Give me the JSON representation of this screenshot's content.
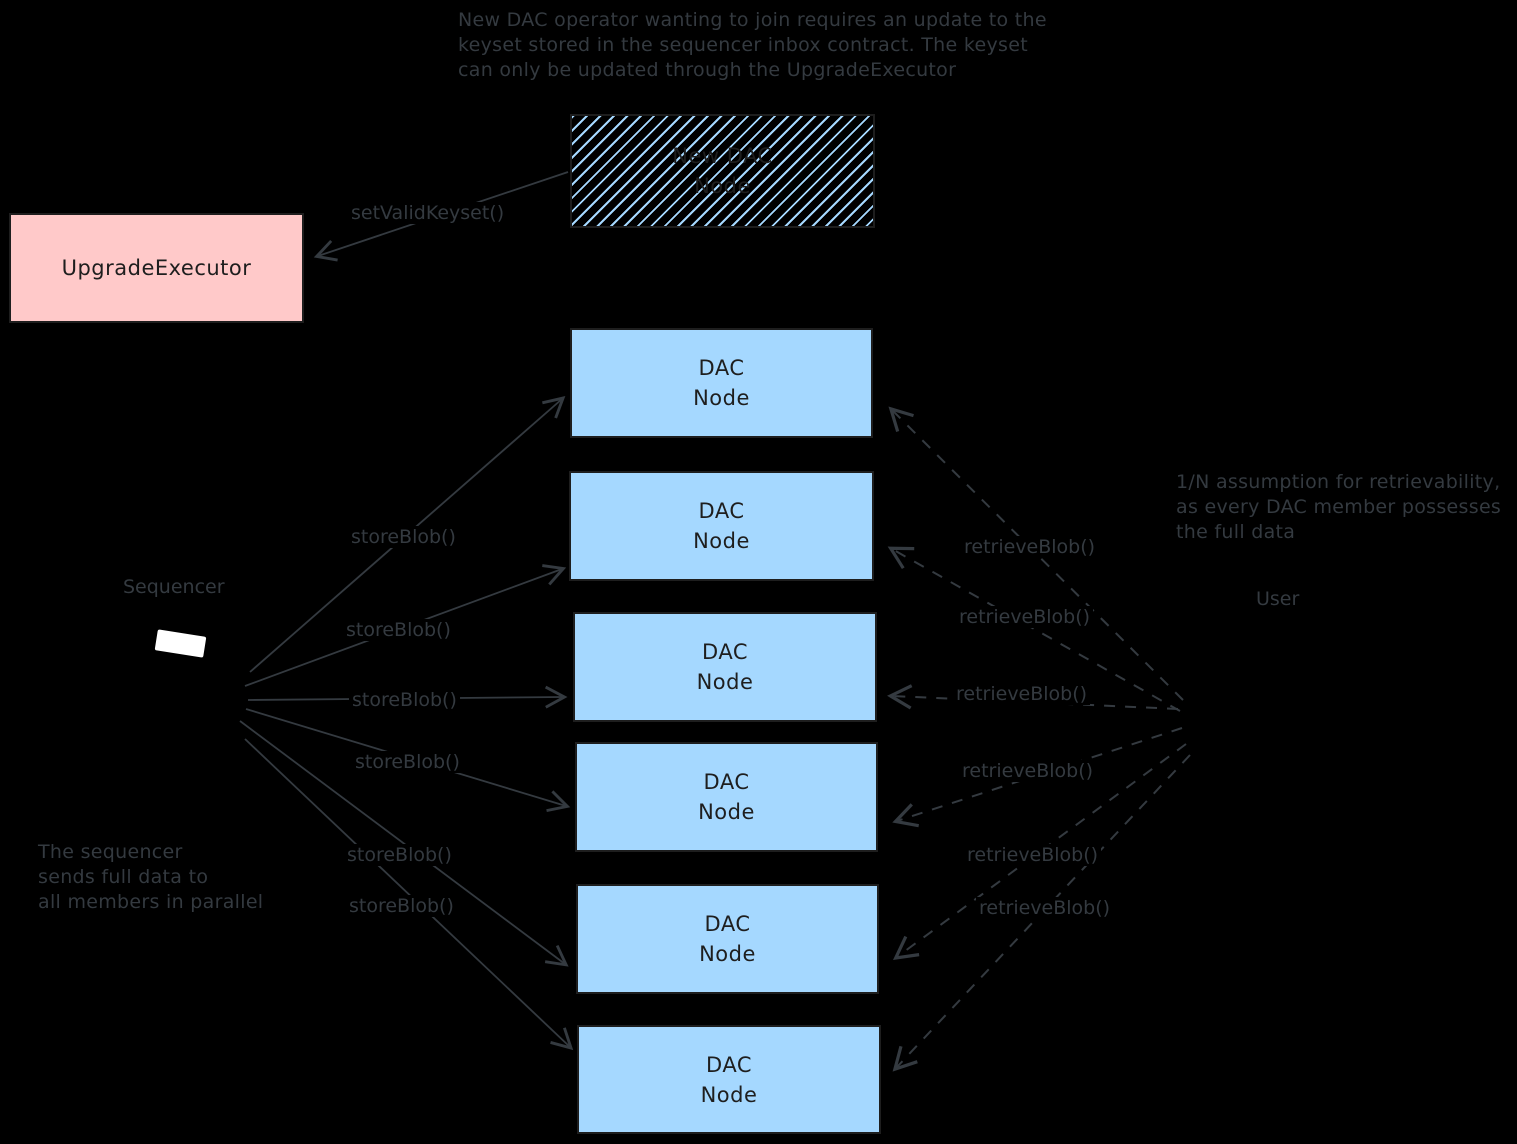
{
  "notes": {
    "top": [
      "New DAC operator wanting to join requires an update to the",
      "keyset stored in the sequencer inbox contract. The keyset",
      "can only be updated through the UpgradeExecutor"
    ],
    "right": [
      "1/N assumption for retrievability,",
      "as every DAC member possesses",
      "the full data"
    ],
    "bottom_left": [
      "The sequencer",
      "sends full data to",
      "all members in parallel"
    ]
  },
  "labels": {
    "sequencer": "Sequencer",
    "user": "User",
    "set_valid_keyset": "setValidKeyset()",
    "store_blob": "storeBlob()",
    "retrieve_blob": "retrieveBlob()"
  },
  "boxes": {
    "upgrade_executor": {
      "label": "UpgradeExecutor"
    },
    "new_dac_node": {
      "line1": "New DAC",
      "line2": "Node"
    },
    "dac_node": {
      "line1": "DAC",
      "line2": "Node",
      "count": 6
    }
  },
  "colors": {
    "background": "#000000",
    "stroke": "#343a40",
    "box_border": "#1e1e1e",
    "box_text": "#1e1e1e",
    "blue_fill": "#a5d8ff",
    "pink_fill": "#ffc9c9",
    "screen_white": "#ffffff"
  }
}
